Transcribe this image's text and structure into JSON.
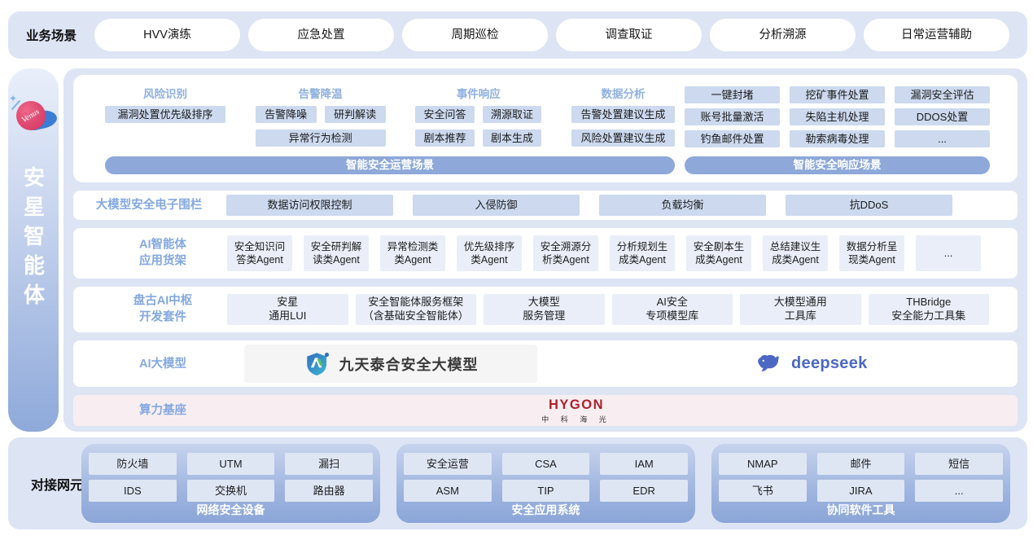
{
  "colors": {
    "panel_bg": "#dde4f4",
    "box_fill": "#ccd9ee",
    "light_box_fill": "#e9eef8",
    "bar_fill": "#8da8d9",
    "accent_label_blue": "#84a8e0",
    "group_gradient_top": "#c6d3ed",
    "group_gradient_bottom": "#8aa5d7",
    "hygon_red": "#ae1f2a",
    "deepseek_blue": "#4d68c3",
    "venus_pink": "#e14c72",
    "venus_swoosh_blue": "#3c7cd4",
    "compute_row_bg": "#f8eef2"
  },
  "scenarios": {
    "label": "业务场景",
    "pills": [
      "HVV演练",
      "应急处置",
      "周期巡检",
      "调查取证",
      "分析溯源",
      "日常运营辅助"
    ]
  },
  "sidebar": {
    "product": "安星智能体",
    "logo": "Venus",
    "spark": "✦"
  },
  "ops": {
    "columns": [
      {
        "header": "风险识别",
        "row1": [
          "漏洞处置优先级排序"
        ],
        "row2": []
      },
      {
        "header": "告警降温",
        "row1": [
          "告警降噪",
          "研判解读"
        ],
        "row2": [
          "异常行为检测"
        ]
      },
      {
        "header": "事件响应",
        "row1": [
          "安全问答",
          "溯源取证"
        ],
        "row2": [
          "剧本推荐",
          "剧本生成"
        ]
      },
      {
        "header": "数据分析",
        "row1": [
          "告警处置建议生成"
        ],
        "row2": [
          "风险处置建议生成"
        ]
      }
    ],
    "footer": "智能安全运营场景"
  },
  "response": {
    "rows": [
      [
        "一键封堵",
        "挖矿事件处置",
        "漏洞安全评估"
      ],
      [
        "账号批量激活",
        "失陷主机处理",
        "DDOS处置"
      ],
      [
        "钓鱼邮件处置",
        "勒索病毒处理",
        "..."
      ]
    ],
    "footer": "智能安全响应场景"
  },
  "fence": {
    "label": "大模型安全电子围栏",
    "items": [
      "数据访问权限控制",
      "入侵防御",
      "负载均衡",
      "抗DDoS"
    ]
  },
  "agents": {
    "label": "AI智能体\n应用货架",
    "items": [
      "安全知识问\n答类Agent",
      "安全研判解\n读类Agent",
      "异常检测类\n类Agent",
      "优先级排序\n类Agent",
      "安全溯源分\n析类Agent",
      "分析规划生\n成类Agent",
      "安全剧本生\n成类Agent",
      "总结建议生\n成类Agent",
      "数据分析呈\n现类Agent",
      "..."
    ]
  },
  "pangu": {
    "label": "盘古AI中枢\n开发套件",
    "items": [
      "安星\n通用LUI",
      "安全智能体服务框架\n（含基础安全智能体）",
      "大模型\n服务管理",
      "AI安全\n专项模型库",
      "大模型通用\n工具库",
      "THBridge\n安全能力工具集"
    ]
  },
  "models": {
    "label": "AI大模型",
    "jiutian": "九天泰合安全大模型",
    "deepseek": "deepseek"
  },
  "compute": {
    "label": "算力基座",
    "brand": "HYGON",
    "brand_sub": "中 科 海 光"
  },
  "network": {
    "label": "对接网元",
    "groups": [
      {
        "title": "网络安全设备",
        "items": [
          "防火墙",
          "UTM",
          "漏扫",
          "IDS",
          "交换机",
          "路由器"
        ]
      },
      {
        "title": "安全应用系统",
        "items": [
          "安全运营",
          "CSA",
          "IAM",
          "ASM",
          "TIP",
          "EDR"
        ]
      },
      {
        "title": "协同软件工具",
        "items": [
          "NMAP",
          "邮件",
          "短信",
          "飞书",
          "JIRA",
          "..."
        ]
      }
    ]
  }
}
